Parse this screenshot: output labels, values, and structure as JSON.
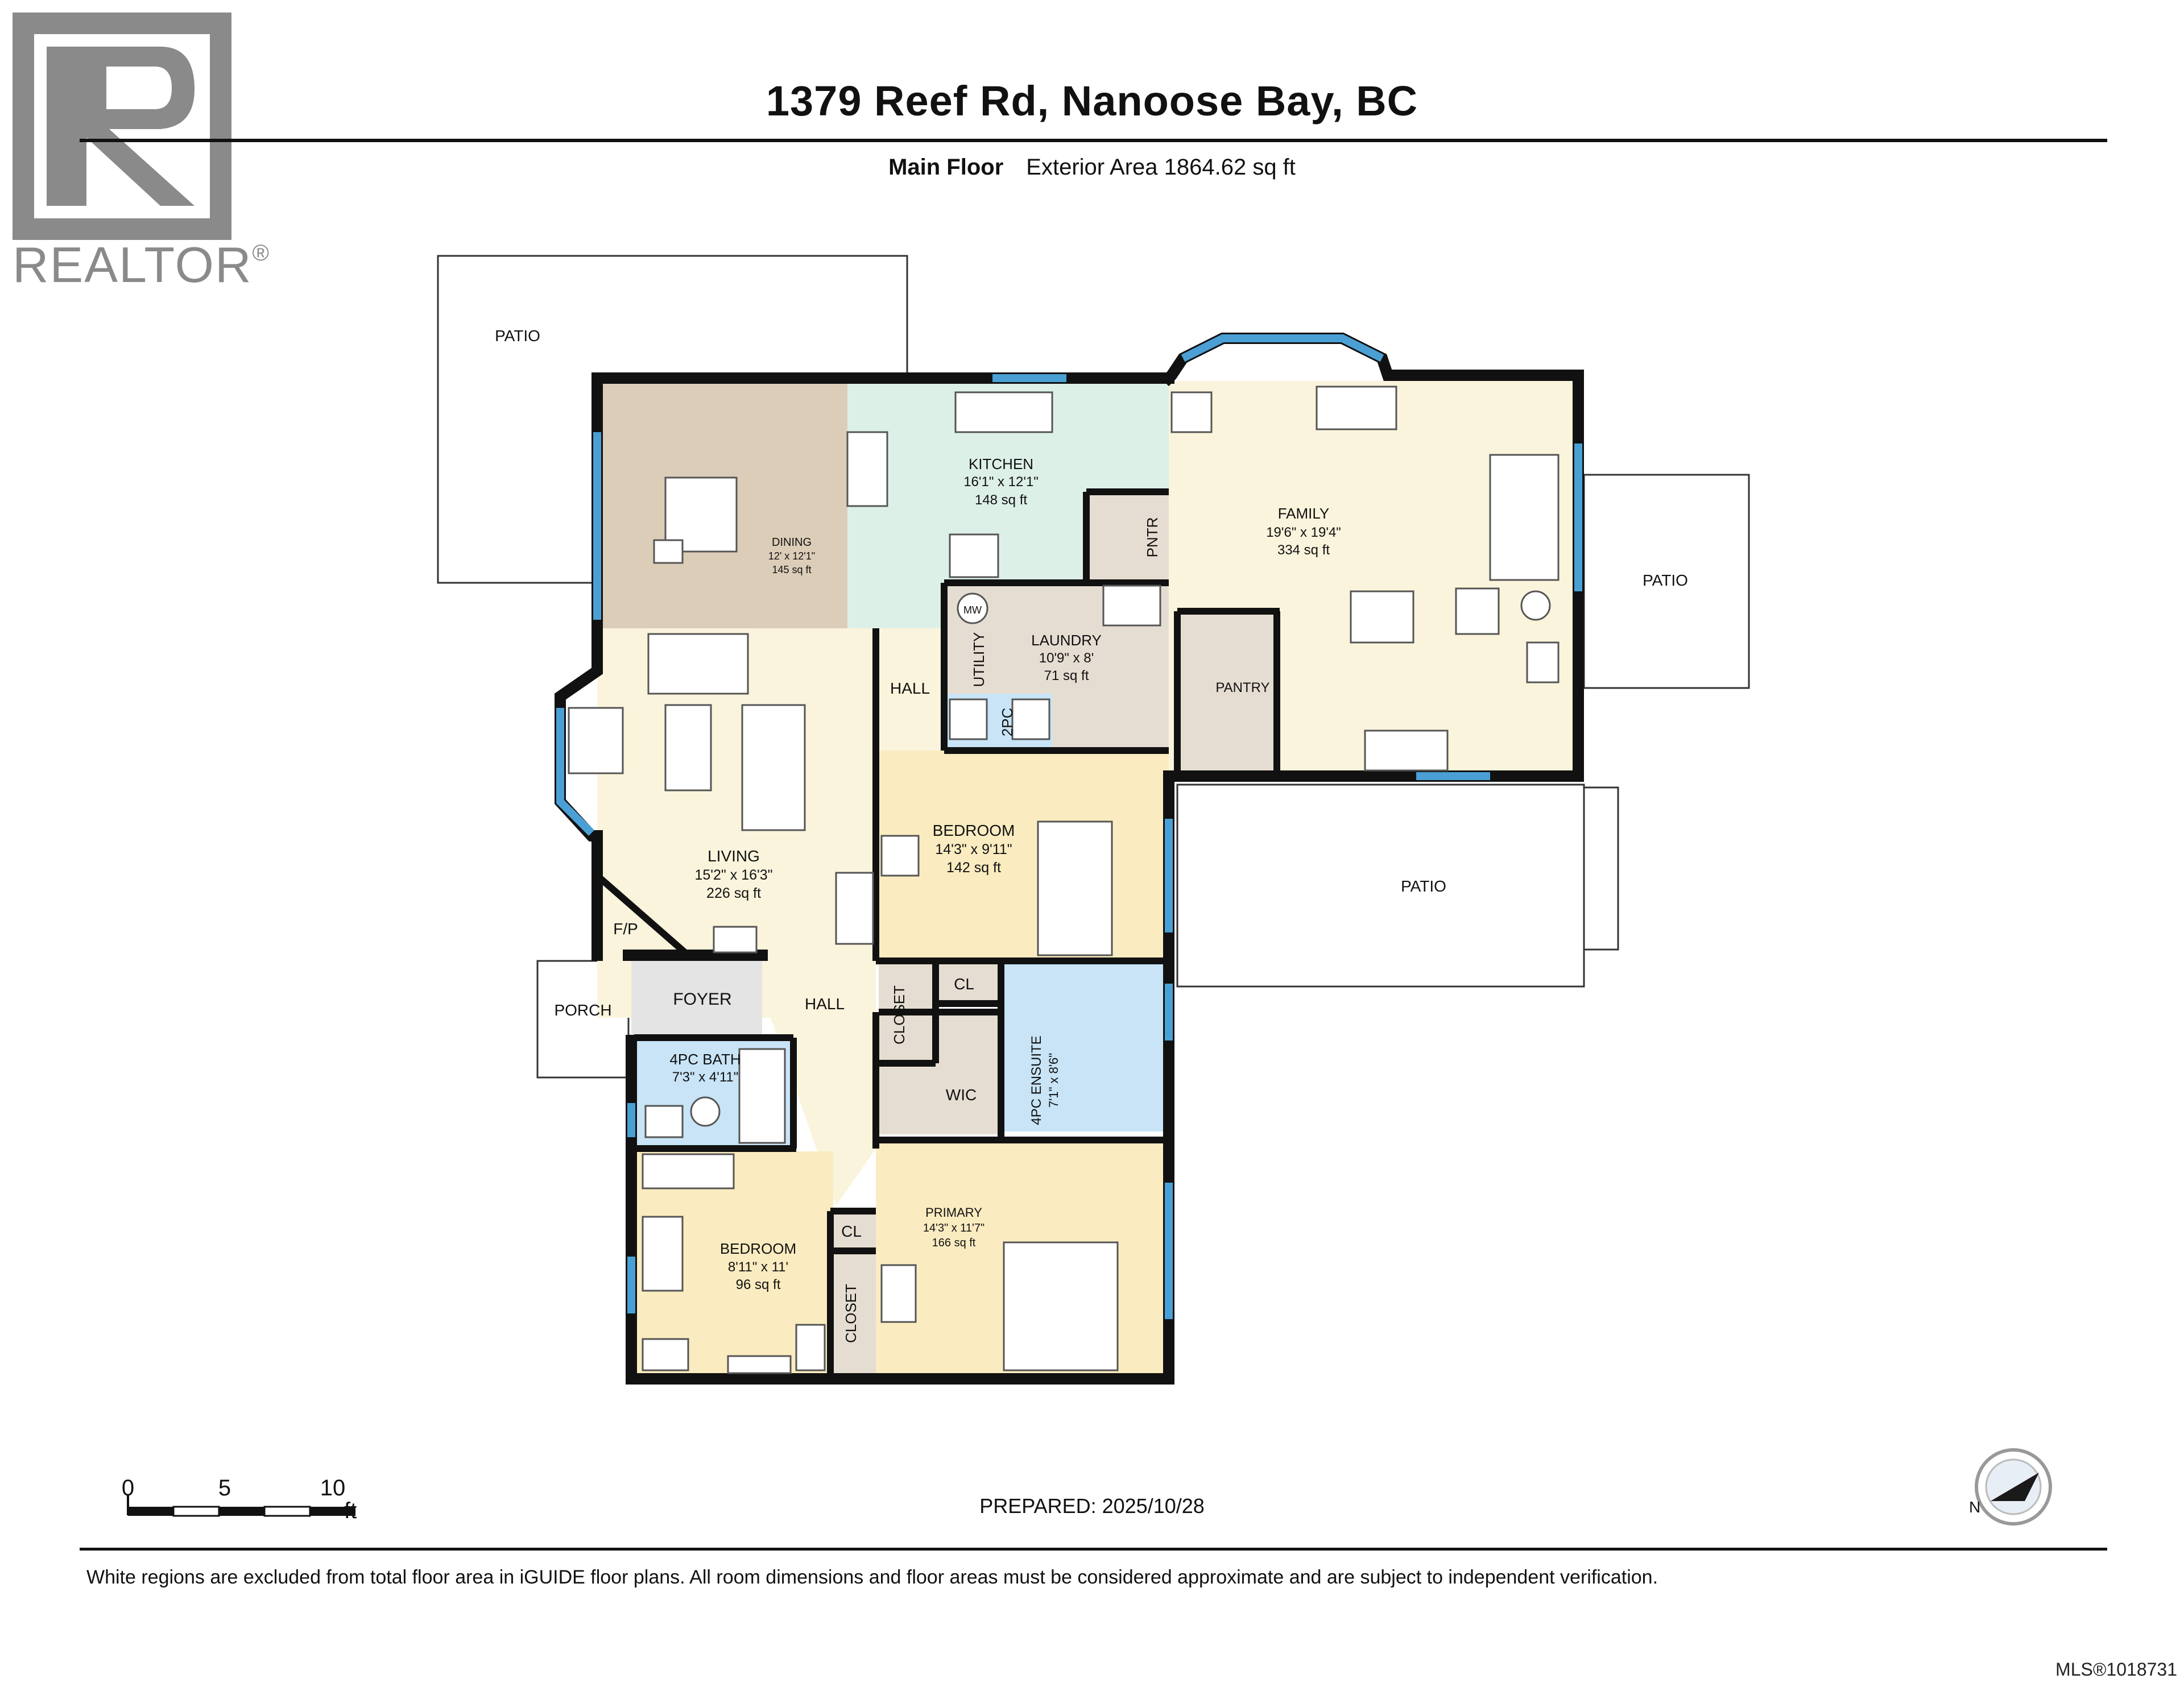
{
  "header": {
    "address": "1379 Reef Rd, Nanoose Bay, BC",
    "floor_label": "Main Floor",
    "exterior_area": "Exterior Area 1864.62 sq ft"
  },
  "logo": {
    "text": "REALTOR",
    "reg_mark": "®"
  },
  "rooms": {
    "kitchen": {
      "name": "KITCHEN",
      "dims": "16'1\" x 12'1\"",
      "area": "148 sq ft"
    },
    "dining": {
      "name": "DINING",
      "dims": "12' x 12'1\"",
      "area": "145 sq ft"
    },
    "family": {
      "name": "FAMILY",
      "dims": "19'6\" x 19'4\"",
      "area": "334 sq ft"
    },
    "laundry": {
      "name": "LAUNDRY",
      "dims": "10'9\" x 8'",
      "area": "71 sq ft"
    },
    "living": {
      "name": "LIVING",
      "dims": "15'2\" x 16'3\"",
      "area": "226 sq ft"
    },
    "bedroom1": {
      "name": "BEDROOM",
      "dims": "14'3\" x 9'11\"",
      "area": "142 sq ft"
    },
    "bedroom2": {
      "name": "BEDROOM",
      "dims": "8'11\" x 11'",
      "area": "96 sq ft"
    },
    "primary": {
      "name": "PRIMARY",
      "dims": "14'3\" x 11'7\"",
      "area": "166 sq ft"
    },
    "bath4pc": {
      "name": "4PC BATH",
      "dims": "7'3\" x 4'11\""
    },
    "ensuite": {
      "name": "4PC ENSUITE",
      "dims": "7'1\" x 8'6\""
    }
  },
  "labels": {
    "patio": "PATIO",
    "pntr": "PNTR",
    "pantry": "PANTRY",
    "utility": "UTILITY",
    "hall": "HALL",
    "twopc": "2PC",
    "fp": "F/P",
    "foyer": "FOYER",
    "porch": "PORCH",
    "closet": "CLOSET",
    "cl": "CL",
    "wic": "WIC",
    "mw": "MW"
  },
  "scale": {
    "t0": "0",
    "t5": "5",
    "t10": "10",
    "unit": "ft"
  },
  "compass": {
    "letter": "N"
  },
  "footer": {
    "prepared": "PREPARED: 2025/10/28",
    "disclaimer": "White regions are excluded from total floor area in iGUIDE floor plans. All room dimensions and floor areas must be considered approximate and are subject to independent verification.",
    "mls": "MLS®1018731"
  },
  "colors": {
    "dining": "#dccdb8",
    "kitchen": "#dcf0e8",
    "family": "#faf4dc",
    "living": "#faf4dc",
    "bedroom": "#faecc0",
    "bath": "#c8e4f6",
    "utility": "#e6ddd2",
    "foyer": "#e4e4e4",
    "wall": "#111111",
    "window": "#4aa0d4"
  }
}
